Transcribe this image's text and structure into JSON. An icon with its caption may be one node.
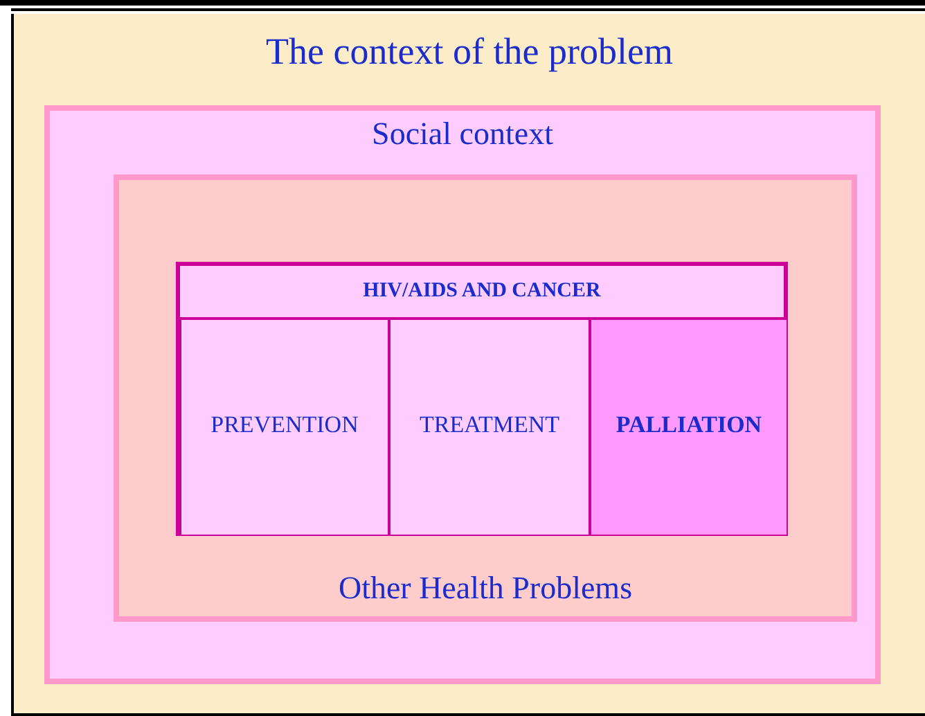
{
  "diagram": {
    "nodes": [
      {
        "text": [
          "The context of the problem"
        ]
      },
      {
        "text": [
          "Social context"
        ],
        "in": 0
      },
      {
        "text": [
          "Other Health Problems"
        ],
        "in": 1
      },
      {
        "text": [
          "HIV/AIDS AND CANCER"
        ],
        "in": 2
      },
      {
        "text": [
          "PREVENTION"
        ],
        "in": 3
      },
      {
        "text": [
          "TREATMENT"
        ],
        "in": 3
      },
      {
        "text": [
          "PALLIATION"
        ],
        "in": 3
      }
    ]
  }
}
